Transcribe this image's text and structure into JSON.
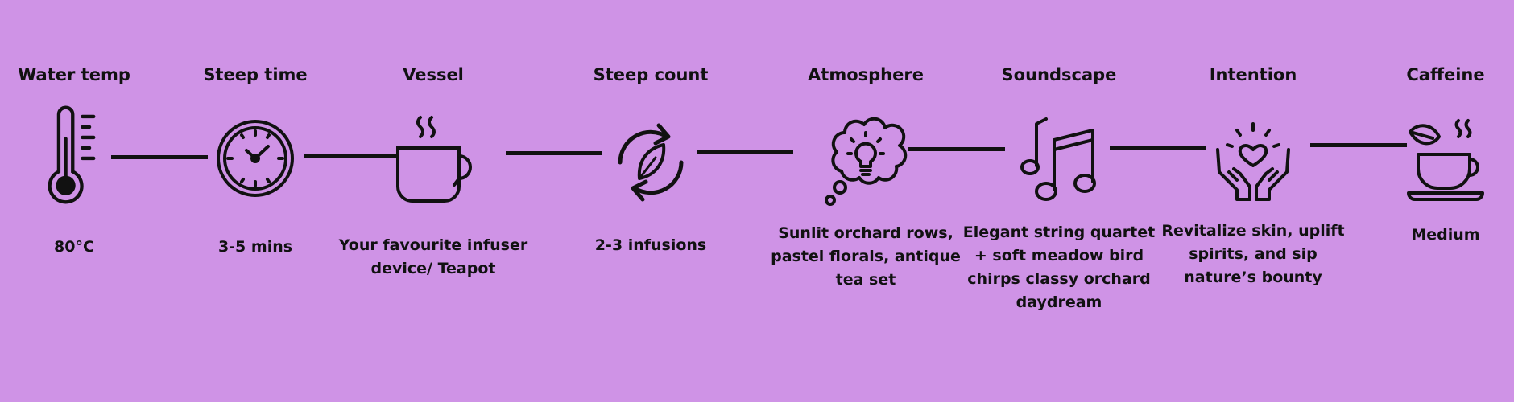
{
  "steps": [
    {
      "title": "Water temp",
      "value": "80°C",
      "icon": "thermometer-icon"
    },
    {
      "title": "Steep time",
      "value": "3-5 mins",
      "icon": "clock-icon"
    },
    {
      "title": "Vessel",
      "value": "Your favourite infuser device/ Teapot",
      "icon": "teacup-icon"
    },
    {
      "title": "Steep count",
      "value": "2-3 infusions",
      "icon": "refresh-leaf-icon"
    },
    {
      "title": "Atmosphere",
      "value": "Sunlit orchard rows, pastel florals, antique tea set",
      "icon": "thought-bulb-icon"
    },
    {
      "title": "Soundscape",
      "value": "Elegant string quartet + soft meadow bird chirps classy orchard daydream",
      "icon": "music-notes-icon"
    },
    {
      "title": "Intention",
      "value": "Revitalize skin, uplift spirits, and sip nature’s bounty",
      "icon": "hands-heart-icon"
    },
    {
      "title": "Caffeine",
      "value": "Medium",
      "icon": "tea-leaf-cup-icon"
    }
  ],
  "colors": {
    "background": "#cf93e6",
    "ink": "#111111"
  }
}
